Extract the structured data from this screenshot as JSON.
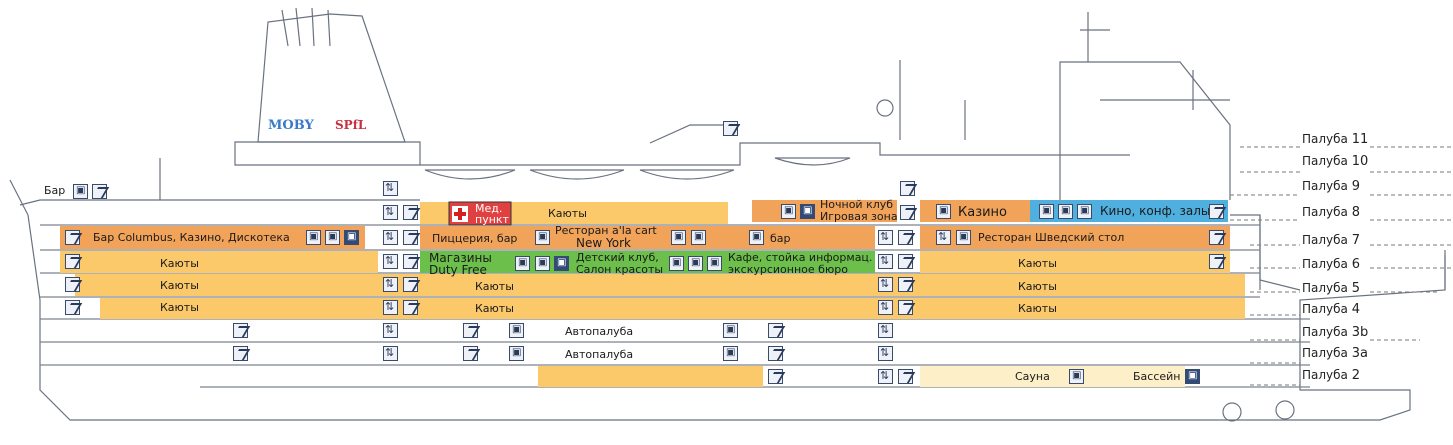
{
  "decks": [
    {
      "label": "Палуба",
      "num": "11"
    },
    {
      "label": "Палуба",
      "num": "10"
    },
    {
      "label": "Палуба",
      "num": "9"
    },
    {
      "label": "Палуба",
      "num": "8"
    },
    {
      "label": "Палуба",
      "num": "7"
    },
    {
      "label": "Палуба",
      "num": "6"
    },
    {
      "label": "Палуба",
      "num": "5"
    },
    {
      "label": "Палуба",
      "num": "4"
    },
    {
      "label": "Палуба",
      "num": "3b"
    },
    {
      "label": "Палуба",
      "num": "3a"
    },
    {
      "label": "Палуба",
      "num": "2"
    }
  ],
  "areas": {
    "bar_top": "Бар",
    "med_line1": "Мед.",
    "med_line2": "пункт",
    "cabins_d8": "Каюты",
    "night_club": "Ночной клуб",
    "game_zone": "Игровая зона",
    "casino": "Казино",
    "cinema": "Кино, конф. залы",
    "bar_columbus": "Бар Columbus, Казино, Дискотека",
    "pizzeria": "Пиццерия, бар",
    "restaurant_alacart_1": "Ресторан  a'la cart",
    "restaurant_alacart_2": "New York",
    "bar_d7": "бар",
    "restaurant_swedish": "Ресторан  Шведский стол",
    "cabins_d6_left": "Каюты",
    "shops_1": "Магазины",
    "shops_2": "Duty Free",
    "kids_club_1": "Детский клуб,",
    "kids_club_2": "Салон красоты",
    "cafe_1": "Кафе, стойка информац.",
    "cafe_2": "экскурсионное бюро",
    "cabins_d6_right": "Каюты",
    "cabins_d5_left": "Каюты",
    "cabins_d5_mid": "Каюты",
    "cabins_d5_right": "Каюты",
    "cabins_d4_left": "Каюты",
    "cabins_d4_mid": "Каюты",
    "cabins_d4_right": "Каюты",
    "car_deck_3b": "Автопалуба",
    "car_deck_3a": "Автопалуба",
    "sauna": "Сауна",
    "pool": "Бассейн"
  },
  "logos": {
    "moby": "MOBY",
    "spl": "SPfL"
  },
  "colors": {
    "cabins": "#fbc96a",
    "public": "#f2a35a",
    "shops": "#6cbf4a",
    "cinema": "#4fb0e0",
    "sauna": "#fdf0c8",
    "outline": "#5a6270",
    "medical": "#e04040"
  }
}
